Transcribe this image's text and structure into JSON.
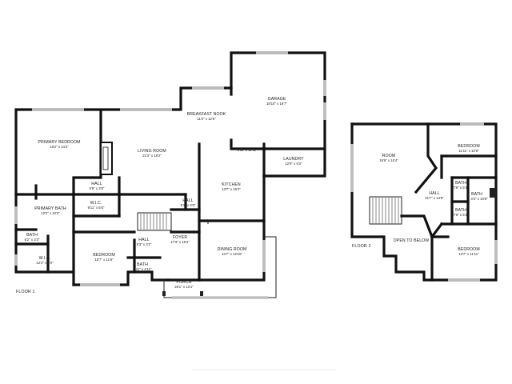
{
  "floors": [
    {
      "label": "FLOOR 1",
      "rooms": [
        {
          "name": "GARAGE",
          "dims": "18'10\" x 19'7\""
        },
        {
          "name": "BREAKFAST NOOK",
          "dims": "11'0\" x 12'6\""
        },
        {
          "name": "PRIMARY BEDROOM",
          "dims": "18'2\" x 14'2\""
        },
        {
          "name": "LIVING ROOM",
          "dims": "21'3\" x 18'2\""
        },
        {
          "name": "",
          "dims": "6'11\" x 11'11\""
        },
        {
          "name": "LAUNDRY",
          "dims": "12'9\" x 6'3\""
        },
        {
          "name": "HALL",
          "dims": "5'9\" x 3'8\""
        },
        {
          "name": "KITCHEN",
          "dims": "13'7\" x 16'2\""
        },
        {
          "name": "HALL",
          "dims": "5'1\" x 3'8\""
        },
        {
          "name": "W.I.C.",
          "dims": "9'11\" x 5'5\""
        },
        {
          "name": "PRIMARY BATH",
          "dims": "12'2\" x 10'2\""
        },
        {
          "name": "BATH",
          "dims": "6'2\" x 3'3\""
        },
        {
          "name": "HALL",
          "dims": "9'3\" x 3'2\""
        },
        {
          "name": "FOYER",
          "dims": "17'3\" x 16'2\""
        },
        {
          "name": "BEDROOM",
          "dims": "13'7\" x 11'8\""
        },
        {
          "name": "DINING ROOM",
          "dims": "13'7\" x 12'10\""
        },
        {
          "name": "W.I.C.",
          "dims": "12'2\" x 6'0\""
        },
        {
          "name": "BATH",
          "dims": "7'11\" x 4'11\""
        },
        {
          "name": "PORCH",
          "dims": "26'1\" x 13'1\""
        }
      ]
    },
    {
      "label": "FLOOR 2",
      "rooms": [
        {
          "name": "ROOM",
          "dims": "16'6\" x 15'4\""
        },
        {
          "name": "BEDROOM",
          "dims": "11'11\" x 10'8\""
        },
        {
          "name": "BATH",
          "dims": "7'8\" x 5'4\""
        },
        {
          "name": "BATH",
          "dims": "4'0\" x 10'8\""
        },
        {
          "name": "HALL",
          "dims": "21'7\" x 13'5\""
        },
        {
          "name": "BATH",
          "dims": "7'8\" x 5'2\""
        },
        {
          "name": "OPEN TO BELOW",
          "dims": ""
        },
        {
          "name": "BEDROOM",
          "dims": "13'7\" x 11'11\""
        }
      ]
    }
  ]
}
